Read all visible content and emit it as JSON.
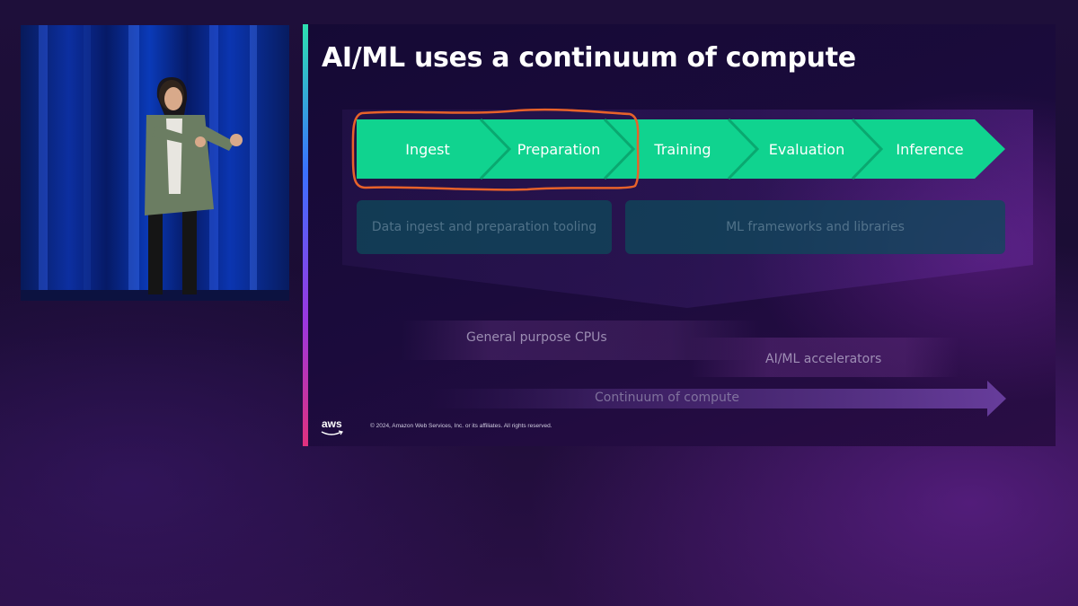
{
  "slide": {
    "title": "AI/ML uses a continuum of compute",
    "pipeline_stages": [
      "Ingest",
      "Preparation",
      "Training",
      "Evaluation",
      "Inference"
    ],
    "highlighted_stages": [
      "Ingest",
      "Preparation"
    ],
    "tooling": {
      "data_ingest": "Data ingest and preparation tooling",
      "ml_frameworks": "ML frameworks and libraries"
    },
    "compute": {
      "cpus": "General purpose CPUs",
      "accelerators": "AI/ML accelerators",
      "continuum": "Continuum of compute"
    },
    "footer": {
      "logo": "aws",
      "copyright": "© 2024, Amazon Web Services, Inc. or its affiliates. All rights reserved."
    }
  },
  "colors": {
    "stage_fill": "#10d38f",
    "highlight_outline": "#e8622a",
    "accent_bar_top": "#2de0b0",
    "accent_bar_bottom": "#e0317d"
  },
  "icons": [
    "aws-logo-icon"
  ]
}
